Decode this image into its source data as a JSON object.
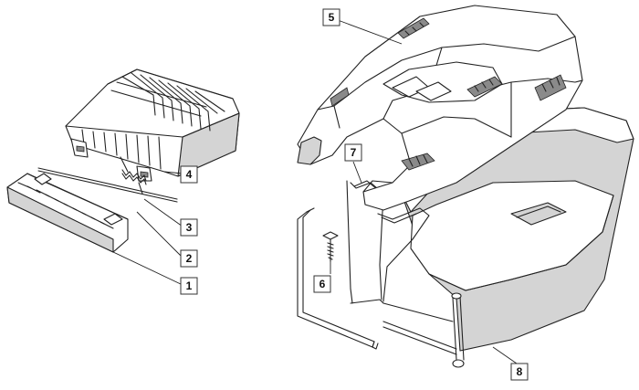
{
  "callouts": [
    {
      "id": "c1",
      "text": "1"
    },
    {
      "id": "c2",
      "text": "2"
    },
    {
      "id": "c3",
      "text": "3"
    },
    {
      "id": "c4",
      "text": "4"
    },
    {
      "id": "c5",
      "text": "5"
    },
    {
      "id": "c6",
      "text": "6"
    },
    {
      "id": "c7",
      "text": "7"
    },
    {
      "id": "c8",
      "text": "8"
    }
  ]
}
